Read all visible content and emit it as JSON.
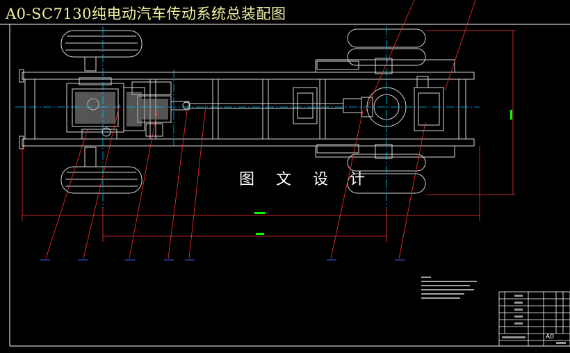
{
  "drawing": {
    "title": "A0-SC7130纯电动汽车传动系统总装配图",
    "watermark": "图 文 设 计",
    "title_block": {
      "sheet_size": "A0"
    },
    "colors": {
      "background": "#000000",
      "title": "#f2f2a0",
      "frame": "#ffffff",
      "dimension": "#ff3030",
      "centerline": "#00c8ff",
      "leader": "#ff3030",
      "balloon": "#4060ff",
      "linework": "#d8d8d8",
      "dimension_text": "#00ff00"
    }
  }
}
